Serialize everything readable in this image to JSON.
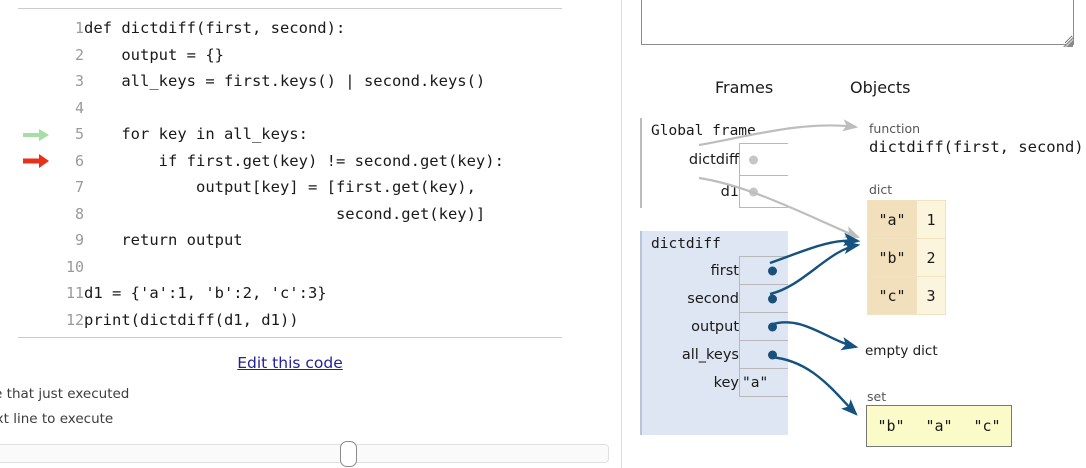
{
  "app": "python-tutor-visualizer",
  "left_pane": {
    "code": {
      "lines": [
        {
          "num": "1",
          "text": "def dictdiff(first, second):",
          "arrow": "none"
        },
        {
          "num": "2",
          "text": "    output = {}",
          "arrow": "none"
        },
        {
          "num": "3",
          "text": "    all_keys = first.keys() | second.keys()",
          "arrow": "none"
        },
        {
          "num": "4",
          "text": "",
          "arrow": "none"
        },
        {
          "num": "5",
          "text": "    for key in all_keys:",
          "arrow": "green"
        },
        {
          "num": "6",
          "text": "        if first.get(key) != second.get(key):",
          "arrow": "red"
        },
        {
          "num": "7",
          "text": "            output[key] = [first.get(key),",
          "arrow": "none"
        },
        {
          "num": "8",
          "text": "                           second.get(key)]",
          "arrow": "none"
        },
        {
          "num": "9",
          "text": "    return output",
          "arrow": "none"
        },
        {
          "num": "10",
          "text": "",
          "arrow": "none"
        },
        {
          "num": "11",
          "text": "d1 = {'a':1, 'b':2, 'c':3}",
          "arrow": "none"
        },
        {
          "num": "12",
          "text": "print(dictdiff(d1, d1))",
          "arrow": "none"
        }
      ]
    },
    "edit_link": "Edit this code",
    "legend": {
      "executed": "line that just executed",
      "next": "next line to execute"
    },
    "slider": {
      "position_percent": 57
    }
  },
  "right_pane": {
    "stdout": {
      "value": "",
      "placeholder": ""
    },
    "headers": {
      "frames": "Frames",
      "objects": "Objects"
    },
    "frames": [
      {
        "title": "Global frame",
        "vars": [
          {
            "name": "dictdiff",
            "kind": "pointer"
          },
          {
            "name": "d1",
            "kind": "pointer"
          }
        ]
      },
      {
        "title": "dictdiff",
        "vars": [
          {
            "name": "first",
            "kind": "pointer"
          },
          {
            "name": "second",
            "kind": "pointer"
          },
          {
            "name": "output",
            "kind": "pointer"
          },
          {
            "name": "all_keys",
            "kind": "pointer"
          },
          {
            "name": "key",
            "kind": "literal",
            "value": "\"a\""
          }
        ]
      }
    ],
    "objects": {
      "function": {
        "label": "function",
        "text": "dictdiff(first, second)"
      },
      "dict": {
        "label": "dict",
        "rows": [
          {
            "key": "\"a\"",
            "value": "1"
          },
          {
            "key": "\"b\"",
            "value": "2"
          },
          {
            "key": "\"c\"",
            "value": "3"
          }
        ]
      },
      "empty_dict": {
        "text": "empty dict"
      },
      "set": {
        "label": "set",
        "items": [
          "\"b\"",
          "\"a\"",
          "\"c\""
        ]
      }
    }
  },
  "colors": {
    "arrow_green": "#a6dfa6",
    "arrow_red": "#e53218",
    "pointer_blue": "#1a4f78",
    "pointer_gray": "#c6c6c6",
    "frame_fill": "#dde6f2",
    "dict_key_fill": "#f2dfbb",
    "dict_val_fill": "#fcf5dd",
    "set_fill": "#fbfbc9",
    "link": "#22229c"
  }
}
